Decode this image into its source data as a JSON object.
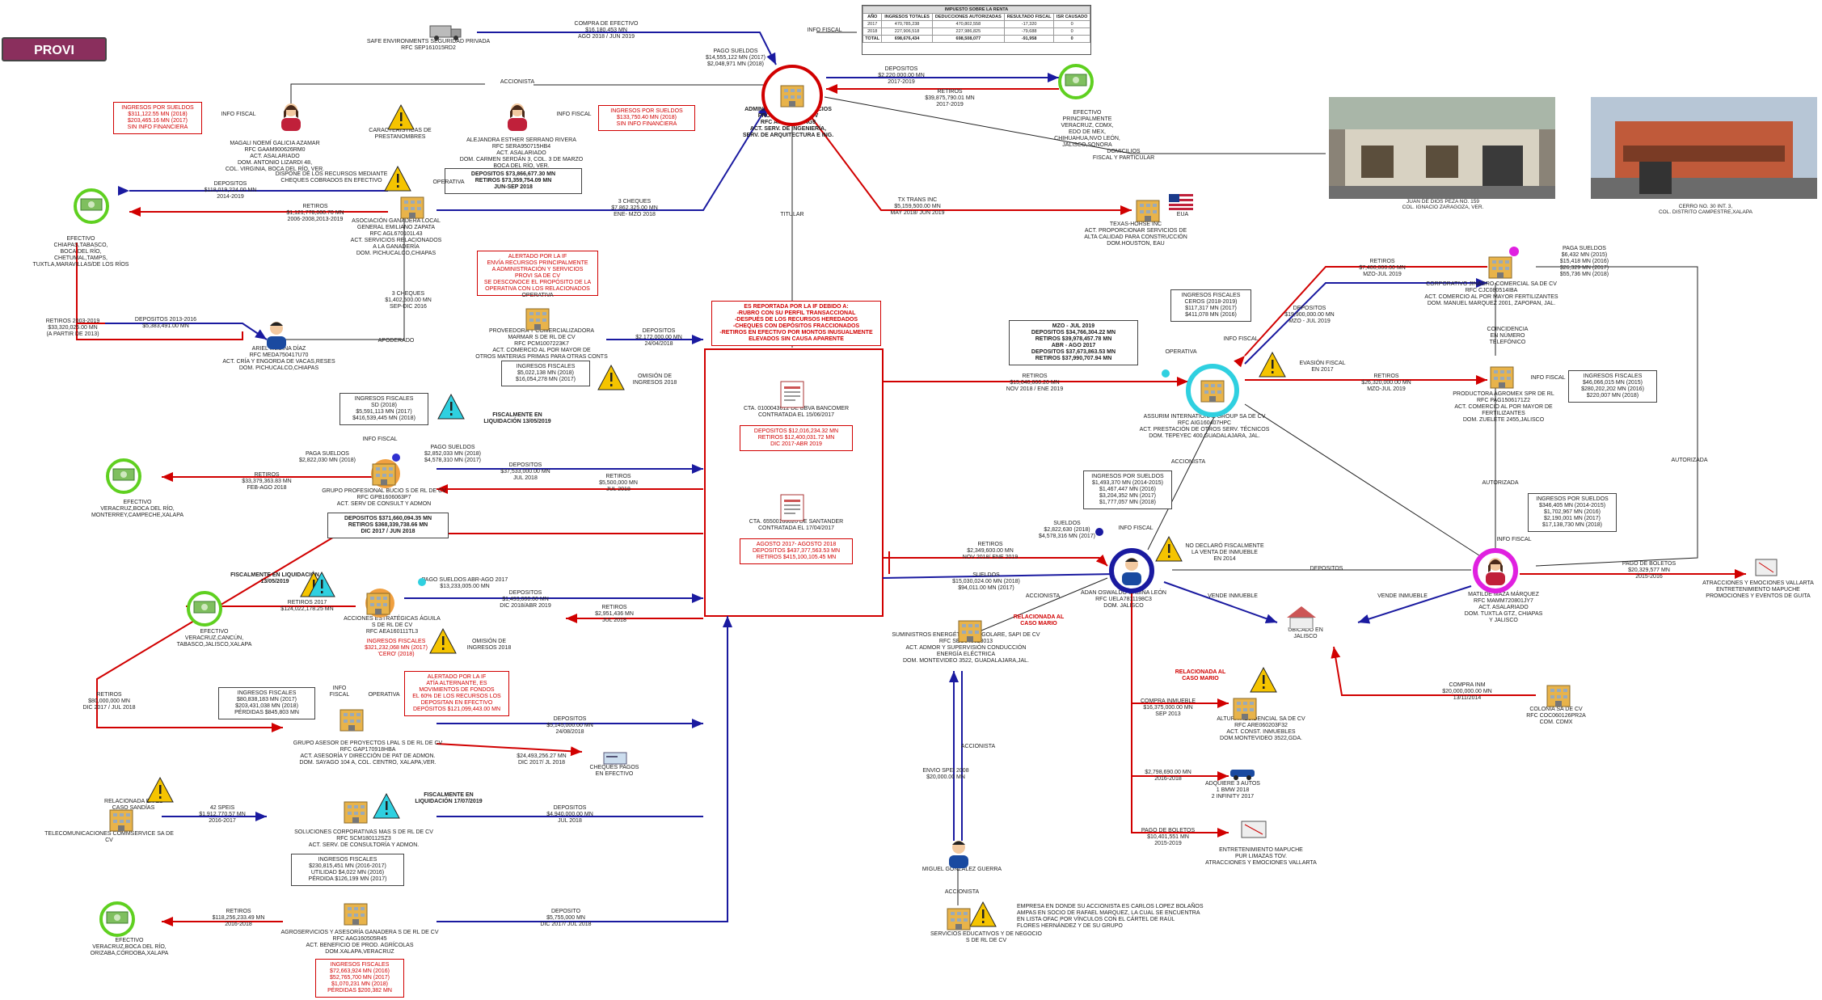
{
  "badge": {
    "label": "PROVI"
  },
  "tax_table": {
    "title": "IMPUESTO SOBRE LA RENTA",
    "headers": [
      "AÑO",
      "INGRESOS TOTALES",
      "DEDUCCIONES AUTORIZADAS",
      "RESULTADO FISCAL",
      "ISR CAUSADO"
    ],
    "rows": [
      [
        "2017",
        "470,785,238",
        "470,802,558",
        "-17,320",
        "0"
      ],
      [
        "2018",
        "227,906,518",
        "227,986,825",
        "-79,688",
        "0"
      ],
      [
        "TOTAL",
        "698,676,434",
        "698,508,077",
        "-91,958",
        "0"
      ]
    ]
  },
  "center": {
    "title": "ADMINISTRACIÓN Y SERVICIOS\nPROVI S DE RL DE CV\nRFC ASP170317NG9\nACT. SERV. DE INGENIERÍA,\nSERV. DE ARQUITECTURA E ING.",
    "info_fiscal": "INFO FISCAL",
    "pago_sueldos": "PAGO SUELDOS\n$14,555,122 MN (2017)\n$2,048,971 MN (2018)",
    "retiros": "RETIROS\n$39,875,790.01 MN\n2017-2019",
    "depositos": "DEPOSITOS\n$2,220,000.00 MN\n2017-2019",
    "domicilios": "DOMICILIOS\nFISCAL Y PARTICULAR",
    "titular": "TITULAR"
  },
  "safe": {
    "text": "SAFE ENVIRONMENTS SEGURIDAD PRIVADA\nRFC SEP161015RD2",
    "flow": "COMPRA DE EFECTIVO\n$16,180,453 MN\nAGO 2018 / JUN 2019"
  },
  "efectivo_top": {
    "text": "EFECTIVO\nPRINCIPALMENTE\nVERACRUZ, CDMX,\nEDO DE MEX,\nCHIHUAHUA,NVO LEÓN,\nJALISCO,SONORA"
  },
  "photo1": {
    "caption": "JUAN DE DIOS PEZA NO. 159\nCOL. IGNACIO ZARAGOZA, VER."
  },
  "photo2": {
    "caption": "CERRO NO. 30 INT. 3,\nCOL. DISTRITO CAMPESTRE,XALAPA"
  },
  "magali": {
    "text": "MAGALI NOEMÍ GALICIA AZAMAR\nRFC GAAM900626RM0\nACT. ASALARIADO\nDOM. ANTONIO LIZARDI 48,\nCOL. VIRGINIA, BOCA DEL RÍO, VER.",
    "ingresos": "INGRESOS POR SUELDOS\n$311,122.55 MN (2018)\n$203,465.16 MN (2017)\nSIN INFO FINANCIERA",
    "info": "INFO FISCAL"
  },
  "caracteristicas": {
    "text": "CARACTERÍSTICAS DE\nPRESTANOMBRES"
  },
  "alejandra": {
    "text": "ALEJANDRA ESTHER SERRANO RIVERA\nRFC SERA950715HB4\nACT. ASALARIADO\nDOM. CARMEN SERDÁN 3, COL. 3 DE MARZO\nBOCA DEL RÍO, VER.",
    "ingresos": "INGRESOS POR SUELDOS\n$133,750.40 MN (2018)\nSIN INFO FINANCIERA",
    "info": "INFO FISCAL",
    "accionista": "ACCIONISTA"
  },
  "asociacion": {
    "text": "ASOCIACIÓN GANADERA LOCAL\nGENERAL EMILIANO ZAPATA\nRFC AGL670101L43\nACT. SERVICIOS RELACIONADOS\nA LA GANADERÍA\nDOM. PICHUCALCO,CHIAPAS",
    "dispone": "DISPONE DE LOS RECURSOS MEDIANTE\nCHEQUES COBRADOS EN EFECTIVO",
    "depositos_box": "DEPOSITOS $73,866,677.30 MN\nRETIROS $73,359,754.09 MN\nJUN-SEP 2018",
    "cheques": "3 CHEQUES\n$7,862,325.00 MN\nENE- MZO 2018",
    "operativa": "OPERATIVA",
    "retiros": "RETIROS\n$1,121,778,000.70 MN\n2006-2008,2013-2019",
    "depositos": "DEPOSITOS\n$118,019,224.00 MN\n2014-2019"
  },
  "efectivo_left1": {
    "text": "EFECTIVO\nCHIAPAS,TABASCO,\nBOCA DEL RÍO,\nCHETUMAL,TAMPS,\nTUXTLA,MARAVILLAS/DE LOS RÍOS"
  },
  "ariel": {
    "text": "ARIEL MEDINA DÍAZ\nRFC MEDA750417U70\nACT. CRÍA Y ENGORDA DE VACAS,RESES\nDOM. PICHUCALCO,CHIAPAS",
    "retiros": "RETIROS 2003-2019\n$33,320,025.00 MN\n(A PARTIR DE 2013)",
    "depositos": "DEPOSITOS 2013-2016\n$5,383,491.00 MN",
    "cheques": "3 CHEQUES\n$1,402,500.00 MN\nSEP-DIC 2016",
    "apoderado": "APODERADO"
  },
  "tx_trans": {
    "text": "TX TRANS INC\n$5,159,500.00 MN\nMAY 2018/ JUN 2019",
    "company": "TEXAS-HORSE INC\nACT. PROPORCIONAR SERVICIOS DE\nALTA CALIDAD PARA CONSTRUCCIÓN\nDOM.HOUSTON, EAU",
    "country": "EUA"
  },
  "proveedora": {
    "alert": "ALERTADO POR LA IF\nENVÍA RECURSOS PRINCIPALMENTE\nA ADMINISTRACIÓN Y SERVICIOS\nPROVI SA DE CV\nSE DESCONOCE EL PROPÓSITO DE LA\nOPERATIVA CON LOS RELACIONADOS",
    "operativa": "OPERATIVA",
    "text": "PROVEEDORA Y COMERCIALIZADORA\nMARMAR S DE RL DE CV\nRFC PCM1007223K7\nACT. COMERCIO AL POR MAYOR DE\nOTROS MATERIAS PRIMAS PARA OTRAS CONTS",
    "ingresos": "INGRESOS FISCALES\n$5,022,138 MN (2018)\n$16,054,278 MN (2017)",
    "omision": "OMISIÓN DE\nINGRESOS 2018",
    "depositos": "DEPOSITOS\n$2,172,000.00 MN\n24/04/2018"
  },
  "reportada": {
    "text": "ES REPORTADA POR LA IF DEBIDO A:\n-RUBRO CON SU PERFIL TRANSACCIONAL\n-DESPUÉS DE LOS RECURSOS HEREDADOS\n-CHEQUES CON DEPÓSITOS FRACCIONADOS\n-RETIROS EN EFECTIVO POR MONTOS INUSUALMENTE\nELEVADOS SIN CAUSA APARENTE"
  },
  "cta1": {
    "text": "CTA. 0100043012 DE BBVA BANCOMER\nCONTRATADA EL 15/06/2017",
    "detail": "DEPOSITOS $12,016,234.32 MN\nRETIROS $12,400,031.72 MN\nDIC 2017-ABR 2019"
  },
  "cta2": {
    "text": "CTA. 65500166020 DE SANTANDER\nCONTRATADA EL 17/04/2017",
    "detail": "AGOSTO 2017- AGOSTO 2018\nDEPOSITOS $437,377,563.53 MN\nRETIROS $415,100,105.45 MN"
  },
  "grupo_prof": {
    "ingresos": "INGRESOS FISCALES\nSD (2018)\n$5,591,113 MN (2017)\n$416,539,445 MN (2018)",
    "fiscalmente": "FISCALMENTE EN\nLIQUIDACIÓN 13/05/2019",
    "info": "INFO FISCAL",
    "paga": "PAGA SUELDOS\n$2,822,030 MN (2018)",
    "paso": "PAGO SUELDOS\n$2,852,033 MN (2018)\n$4,578,310 MN (2017)",
    "text": "GRUPO PROFESIONAL BUCIO S DE RL DE CV\nRFC GPB1606063P7\nACT. SERV DE CONSULT Y ADMON",
    "box": "DEPOSITOS $371,660,094.35 MN\nRETIROS $368,339,738.66 MN\nDIC 2017 / JUN 2018",
    "retiros": "RETIROS\n$33,379,363.83 MN\nFEB-AGO 2018",
    "depositos": "DEPOSITOS\n$37,533,000.00 MN\nJUL 2018",
    "retiros2": "RETIROS\n$5,500,000 MN\nJUL 2018"
  },
  "efectivo_left2": {
    "text": "EFECTIVO\nVERACRUZ,BOCA DEL RÍO,\nMONTERREY,CAMPECHE,XALAPA"
  },
  "acciones": {
    "fiscalmente": "FISCALMENTE EN LIQUIDACIÓN\n13/05/2019",
    "pagos": "PAGO SUELDOS ABR-AGO 2017\n$13,233,005.00 MN",
    "text": "ACCIONES ESTRATÉGICAS ÁGUILA\nS DE RL DE CV\nRFC AEA160111TL3",
    "ingresos": "INGRESOS FISCALES\n$321,232,068 MN (2017)\n'CERO' (2018)",
    "omision": "OMISIÓN DE\nINGRESOS 2018",
    "retiros": "RETIROS 2017\n$124,022,178.25 MN",
    "depositos": "DEPOSITOS\n$1,493,000.00 MN\nDIC 2018/ABR 2019",
    "retiros2": "RETIROS\n$2,951,436 MN\nJUL 2018"
  },
  "efectivo_left3": {
    "text": "EFECTIVO\nVERACRUZ,CANCÚN,\nTABASCO,JALISCO,XALAPA"
  },
  "grupo_asesor": {
    "ingresos": "INGRESOS FISCALES\n$80,838,183 MN (2017)\n$203,431,038 MN (2018)\nPÉRDIDAS $845,803 MN",
    "info": "INFO FISCAL",
    "operativa": "OPERATIVA",
    "alert": "ALERTADO POR LA IF\nATÍA ALTERNANTE, ES\nMOVIMIENTOS DE FONDOS\nEL 60% DE LOS RECURSOS LOS\nDEPOSITAN EN EFECTIVO\nDEPÓSITOS $121,099,443.00 MN",
    "text": "GRUPO ASESOR DE PROYECTOS LPAL S DE RL DE CV\nRFC GAP170918HBA\nACT. ASESORÍA Y DIRECCIÓN DE PAT DE ADMON.\nDOM. SAYAGO 104 A, COL. CENTRO, XALAPA,VER.",
    "retiros": "RETIROS\n$80,000,000 MN\nDIC 2017 / JUL 2018",
    "depositos": "DEPOSITOS\n$5,145,000.00 MN\n24/08/2018",
    "cheques_amt": "$24,493,256.27 MN\nDIC 2017/ JL 2018",
    "cheques": "CHEQUES PAGOS\nEN EFECTIVO"
  },
  "telecom": {
    "rel": "RELACIONADA EN EL\nCASO SANDÍAS",
    "text": "TELECOMUNICACIONES COMMSERVICE SA DE CV",
    "flow": "42 SPEIS\n$1,912,770.57 MN\n2016-2017"
  },
  "soluciones": {
    "fiscalmente": "FISCALMENTE EN\nLIQUIDACIÓN 17/07/2019",
    "text": "SOLUCIONES CORPORATIVAS MAS S DE RL DE CV\nRFC SCM180112SZ3\nACT. SERV. DE CONSULTORÍA Y ADMON.",
    "ingresos": "INGRESOS FISCALES\n$230,815,451 MN (2016-2017)\nUTILIDAD $4,022 MN (2016)\nPÉRDIDA $126,199 MN (2017)",
    "depositos": "DEPOSITOS\n$4,940,000.00 MN\nJUL 2018"
  },
  "agroservicios": {
    "text": "AGROSERVICIOS Y ASESORÍA GANADERA S DE RL DE CV\nRFC AAG160505R45\nACT. BENEFICIO DE PROD. AGRÍCOLAS\nDOM.XALAPA,VERACRUZ",
    "ingresos": "INGRESOS FISCALES\n$72,663,924 MN (2016)\n$52,765,700 MN (2017)\n$1,070,231 MN (2018)\nPÉRDIDAS $200,382 MN",
    "retiros": "RETIROS\n$118,256,233.49 MN\n2016-2018",
    "depositos": "DEPOSITO\n$5,755,000 MN\nDIC 2017/ JUL 2018"
  },
  "efectivo_left4": {
    "text": "EFECTIVO\nVERACRUZ,BOCA DEL RÍO,\nORIZABA,CÓRDOBA,XALAPA"
  },
  "assurim": {
    "info": "MZO - JUL 2019\nDEPOSITOS $34,766,304.22 MN\nRETIROS $39,978,457.78 MN\nABR - AGO 2017\nDEPOSITOS $37,673,863.53 MN\nRETIROS $37,990,707.94 MN",
    "ingresos": "INGRESOS FISCALES\nCEROS (2018-2019)\n$117,317 MN (2017)\n$411,078 MN (2016)",
    "info2": "INFO FISCAL",
    "operativa": "OPERATIVA",
    "evasion": "EVASIÓN FISCAL\nEN 2017",
    "text": "ASSURIM INTERNATIONAL GROUP SA DE CV\nRFC AIG160407HPC\nACT. PRESTACIÓN DE OTROS SERV. TÉCNICOS\nDOM. TEPEYEC 400,GUADALAJARA, JAL.",
    "retiros": "RETIROS\n$15,040,000.20 MN\nNOV 2018 / ENE 2019",
    "accionista": "ACCIONISTA",
    "retiros2": "RETIROS\n$7,400,000.00 MN\nMZO-JUL 2019",
    "depositos": "DEPOSITOS\n$19,900,000.00 MN\nMZO - JUL 2019"
  },
  "corporativo": {
    "paga": "PAGA SUELDOS\n$6,432 MN (2015)\n$15,418 MN (2016)\n$26,329 MN (2017)\n$55,736 MN (2018)",
    "text": "CORPORATIVO JINAGRO COMERCIAL SA DE CV\nRFC CJC080514IBA\nACT. COMERCIO AL POR MAYOR FERTILIZANTES\nDOM. MANUEL MARQUEZ 2001, ZAPOPAN, JAL.",
    "coincidencia": "COINCIDENCIA\nEN NÚMERO\nTELEFÓNICO"
  },
  "productora": {
    "retiros": "RETIROS\n$26,320,000.00 MN\nMZO-JUL 2019",
    "text": "PRODUCTORA AGROMEX SPR DE RL\nRFC PAG1506171Z2\nACT. COMERCIO AL POR MAYOR DE\nFERTILIZANTES\nDOM. ZUELETE 2455,JALISCO",
    "info": "INFO FISCAL",
    "ingresos": "INGRESOS FISCALES\n$46,066,015 MN (2015)\n$280,202,202 MN (2016)\n$220,007 MN (2018)",
    "autorizada": "AUTORIZADA",
    "autorizada2": "AUTORIZADA"
  },
  "adan": {
    "ingresos": "INGRESOS POR SUELDOS\n$1,493,370 MN (2014-2015)\n$1,467,447 MN (2016)\n$3,204,352 MN (2017)\n$1,777,057 MN (2018)",
    "sueldos": "SUELDOS\n$2,822,630 (2018)\n$4,578,316 MN (2017)",
    "info": "INFO FISCAL",
    "retiros": "RETIROS\n$2,349,600.00 MN\nNOV 2018/ ENE 2019",
    "sueldos2": "SUELDOS\n$15,030,024.00 MN (2018)\n$94,011.00 MN (2017)",
    "no_declaro": "NO DECLARÓ FISCALMENTE\nLA VENTA DE INMUEBLE\nEN 2014",
    "text": "ADAN OSWALDO URBINA LEÓN\nRFC UELA7811198C3\nDOM. JALISCO",
    "accionista": "ACCIONISTA",
    "depositos": "DEPOSITOS",
    "vende": "VENDE INMUEBLE"
  },
  "matilde": {
    "ingresos": "INGRESOS POR SUELDOS\n$346,405 MN (2014-2015)\n$1,702,967 MN (2016)\n$2,190,001 MN (2017)\n$17,138,730 MN (2018)",
    "info": "INFO FISCAL",
    "text": "MATILDE MAZA MÁRQUEZ\nRFC MAMM720801JY7\nACT. ASALARIADO\nDOM. TUXTLA GTZ, CHIAPAS\nY JALISCO",
    "compra": "COMPRA INM\n$20,000,000.00 MN\n13/11/2014",
    "vende": "VENDE INMUEBLE",
    "pago": "PAGO DE BOLETOS\n$20,329,577 MN\n2015-2016"
  },
  "atracciones": {
    "text": "ATRACCIONES Y EMOCIONES VALLARTA\nENTRETENIMIENTO MAPUCHE\nPROMOCIONES Y EVENTOS DE GUITA"
  },
  "inmueble": {
    "text": "UBICADO EN\nJALISCO"
  },
  "colonia": {
    "text": "COLONIA SA DE CV\nRFC COC060126PR2A\nCOM. CDMX"
  },
  "suministros": {
    "rel": "RELACIONADA AL\nCASO MARIO",
    "text": "SUMINISTROS ENERGÉTICOS GIGOLARE, SAPI DE CV\nRFC SEG040323013\nACT. ADMOR Y SUPERVISIÓN CONDUCCIÓN\nENERGÍA ELÉCTRICA\nDOM. MONTEVIDEO 3522, GUADALAJARA,JAL.",
    "accionista": "ACCIONISTA",
    "envio": "ENVIO SPEI 2008\n$20,000.00 MN"
  },
  "miguel": {
    "text": "MIGUEL GONZÁLEZ GUERRA",
    "accionista": "ACCIONISTA"
  },
  "servicios_educ": {
    "text": "SERVICIOS EDUCATIVOS Y DE NEGOCIO\nS DE RL DE CV",
    "note": "EMPRESA EN DONDE SU ACCIONISTA ES CARLOS LOPEZ BOLAÑOS\nAMPAS EN SOCIO DE RAFAEL MARQUEZ, LA CUAL SE ENCUENTRA\nEN LISTA OFAC POR VÍNCULOS CON EL CÁRTEL DE RAÚL\nFLORES HERNÁNDEZ Y DE SU GRUPO"
  },
  "altura": {
    "rel": "RELACIONADA AL\nCASO MARIO",
    "compra": "COMPRA INMUEBLE\n$16,375,000.00 MN\nSEP 2013",
    "text": "ALTURA RESIDENCIAL SA DE CV\nRFC ARE060203F32\nACT. CONST. INMUEBLES\nDOM.MONTEVIDEO 3522,GDA.",
    "autos_amt": "$2,798,690.00 MN\n2016-2018",
    "autos": "ADQUIERE 3 AUTOS\n1 BMW 2018\n2 INFINITY 2017",
    "pago": "PAGO DE BOLETOS\n$10,401,551 MN\n2015-2019",
    "ent": "ENTRETENIMIENTO MAPUCHE\nPUR LIMAZAS TOV.\nATRACCIONES Y EMOCIONES VALLARTA"
  }
}
